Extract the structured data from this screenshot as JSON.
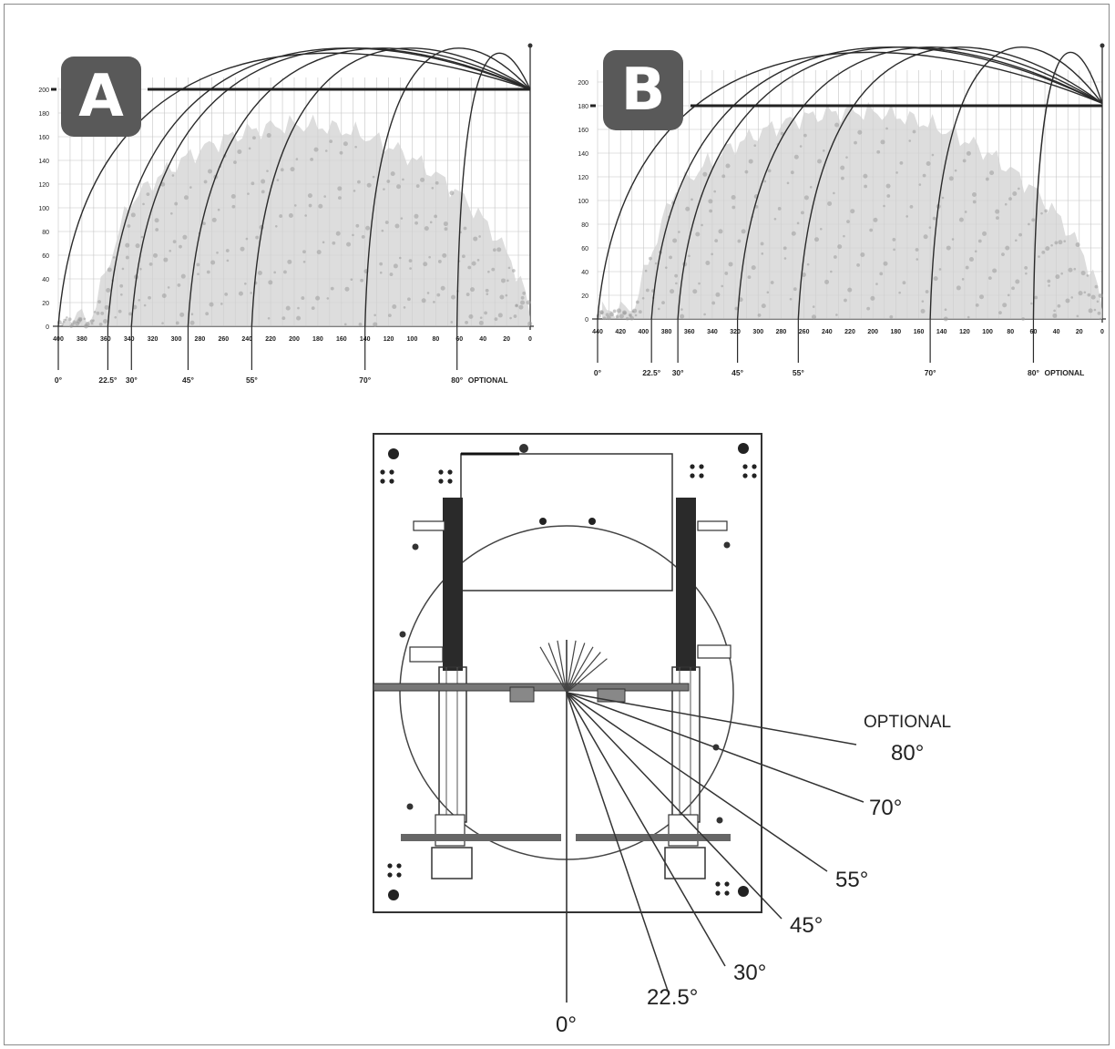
{
  "panels": [
    {
      "id": "A",
      "badge": "A",
      "y_ticks": [
        "200",
        "180",
        "160",
        "140",
        "120",
        "100",
        "80",
        "60",
        "40",
        "20",
        "0"
      ],
      "x_ticks": [
        "400",
        "380",
        "360",
        "340",
        "320",
        "300",
        "280",
        "260",
        "240",
        "220",
        "200",
        "180",
        "160",
        "140",
        "120",
        "100",
        "80",
        "60",
        "40",
        "20",
        "0"
      ],
      "boom_height": 200,
      "angle_labels": [
        "0°",
        "22.5°",
        "30°",
        "45°",
        "55°",
        "70°",
        "80°"
      ],
      "optional_label": "OPTIONAL"
    },
    {
      "id": "B",
      "badge": "B",
      "y_ticks": [
        "200",
        "180",
        "160",
        "140",
        "120",
        "100",
        "80",
        "60",
        "40",
        "20",
        "0"
      ],
      "x_ticks": [
        "440",
        "420",
        "400",
        "380",
        "360",
        "340",
        "320",
        "300",
        "280",
        "260",
        "240",
        "220",
        "200",
        "180",
        "160",
        "140",
        "120",
        "100",
        "80",
        "60",
        "40",
        "20",
        "0"
      ],
      "boom_height": 180,
      "angle_labels": [
        "0°",
        "22.5°",
        "30°",
        "45°",
        "55°",
        "70°",
        "80°"
      ],
      "optional_label": "OPTIONAL"
    }
  ],
  "plan": {
    "optional_label": "OPTIONAL",
    "angle_labels": [
      "80°",
      "70°",
      "55°",
      "45°",
      "30°",
      "22.5°",
      "0°"
    ]
  }
}
